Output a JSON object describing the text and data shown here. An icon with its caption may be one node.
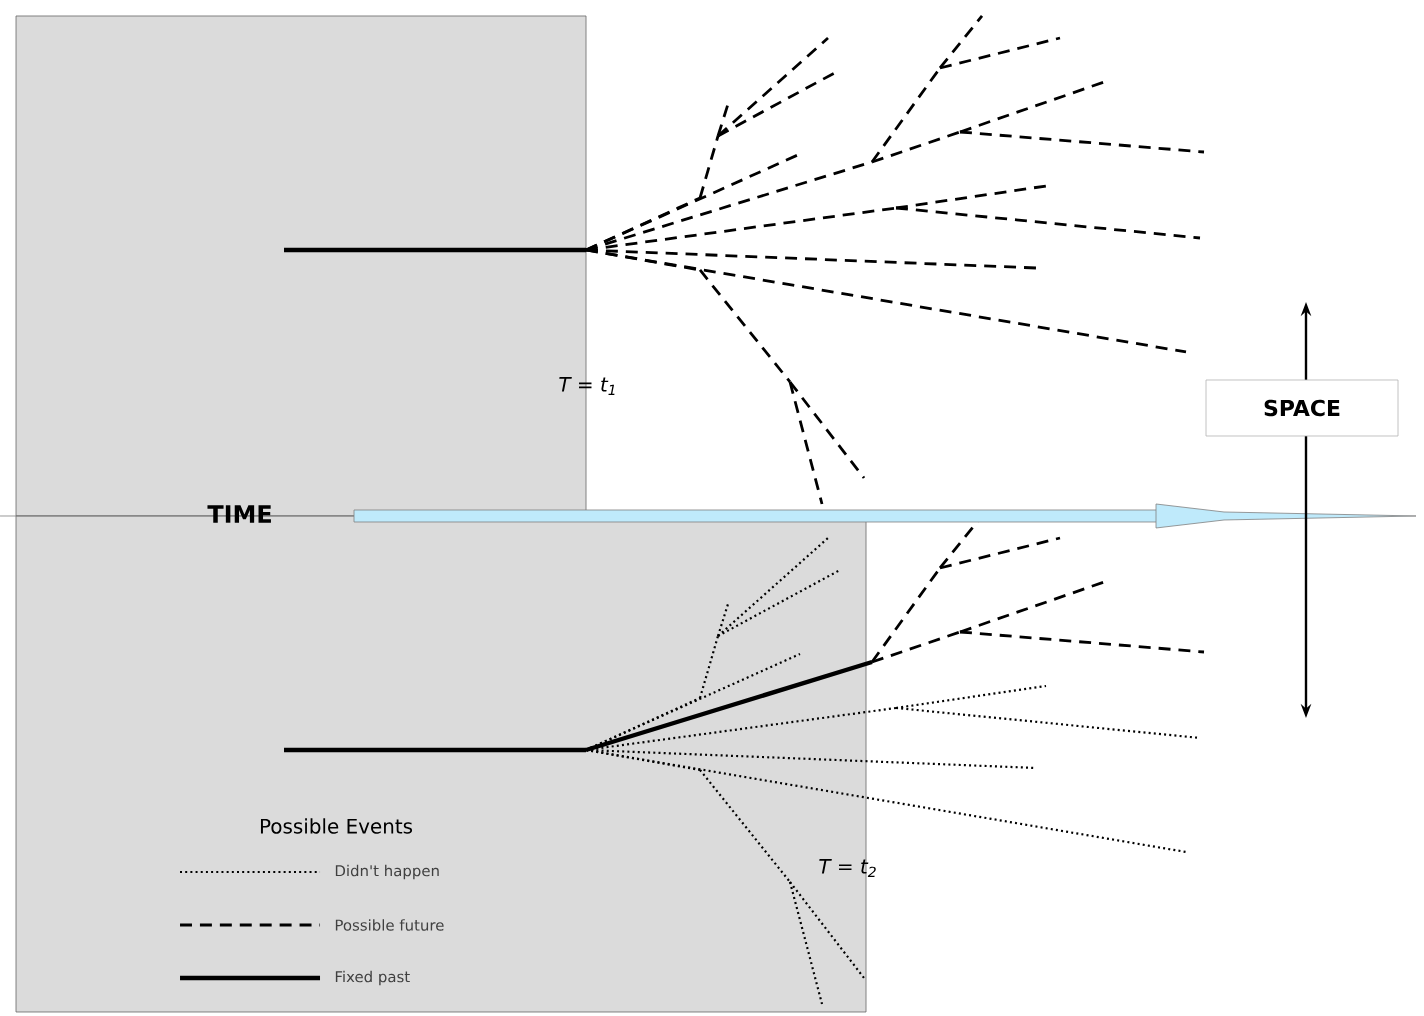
{
  "diagram": {
    "nodes": [
      {
        "text": [
          "SPACE"
        ]
      },
      {
        "text": [],
        "shape": "box"
      },
      {
        "text": [],
        "shape": "box"
      }
    ],
    "labels": [
      "T = t$_{1}$",
      "TIME",
      "Possible Events",
      "T = t$_{2}$"
    ],
    "legend": [
      {
        "text": "Didn't happen"
      },
      {
        "text": "Possible future"
      },
      {
        "text": "Fixed past"
      }
    ]
  }
}
